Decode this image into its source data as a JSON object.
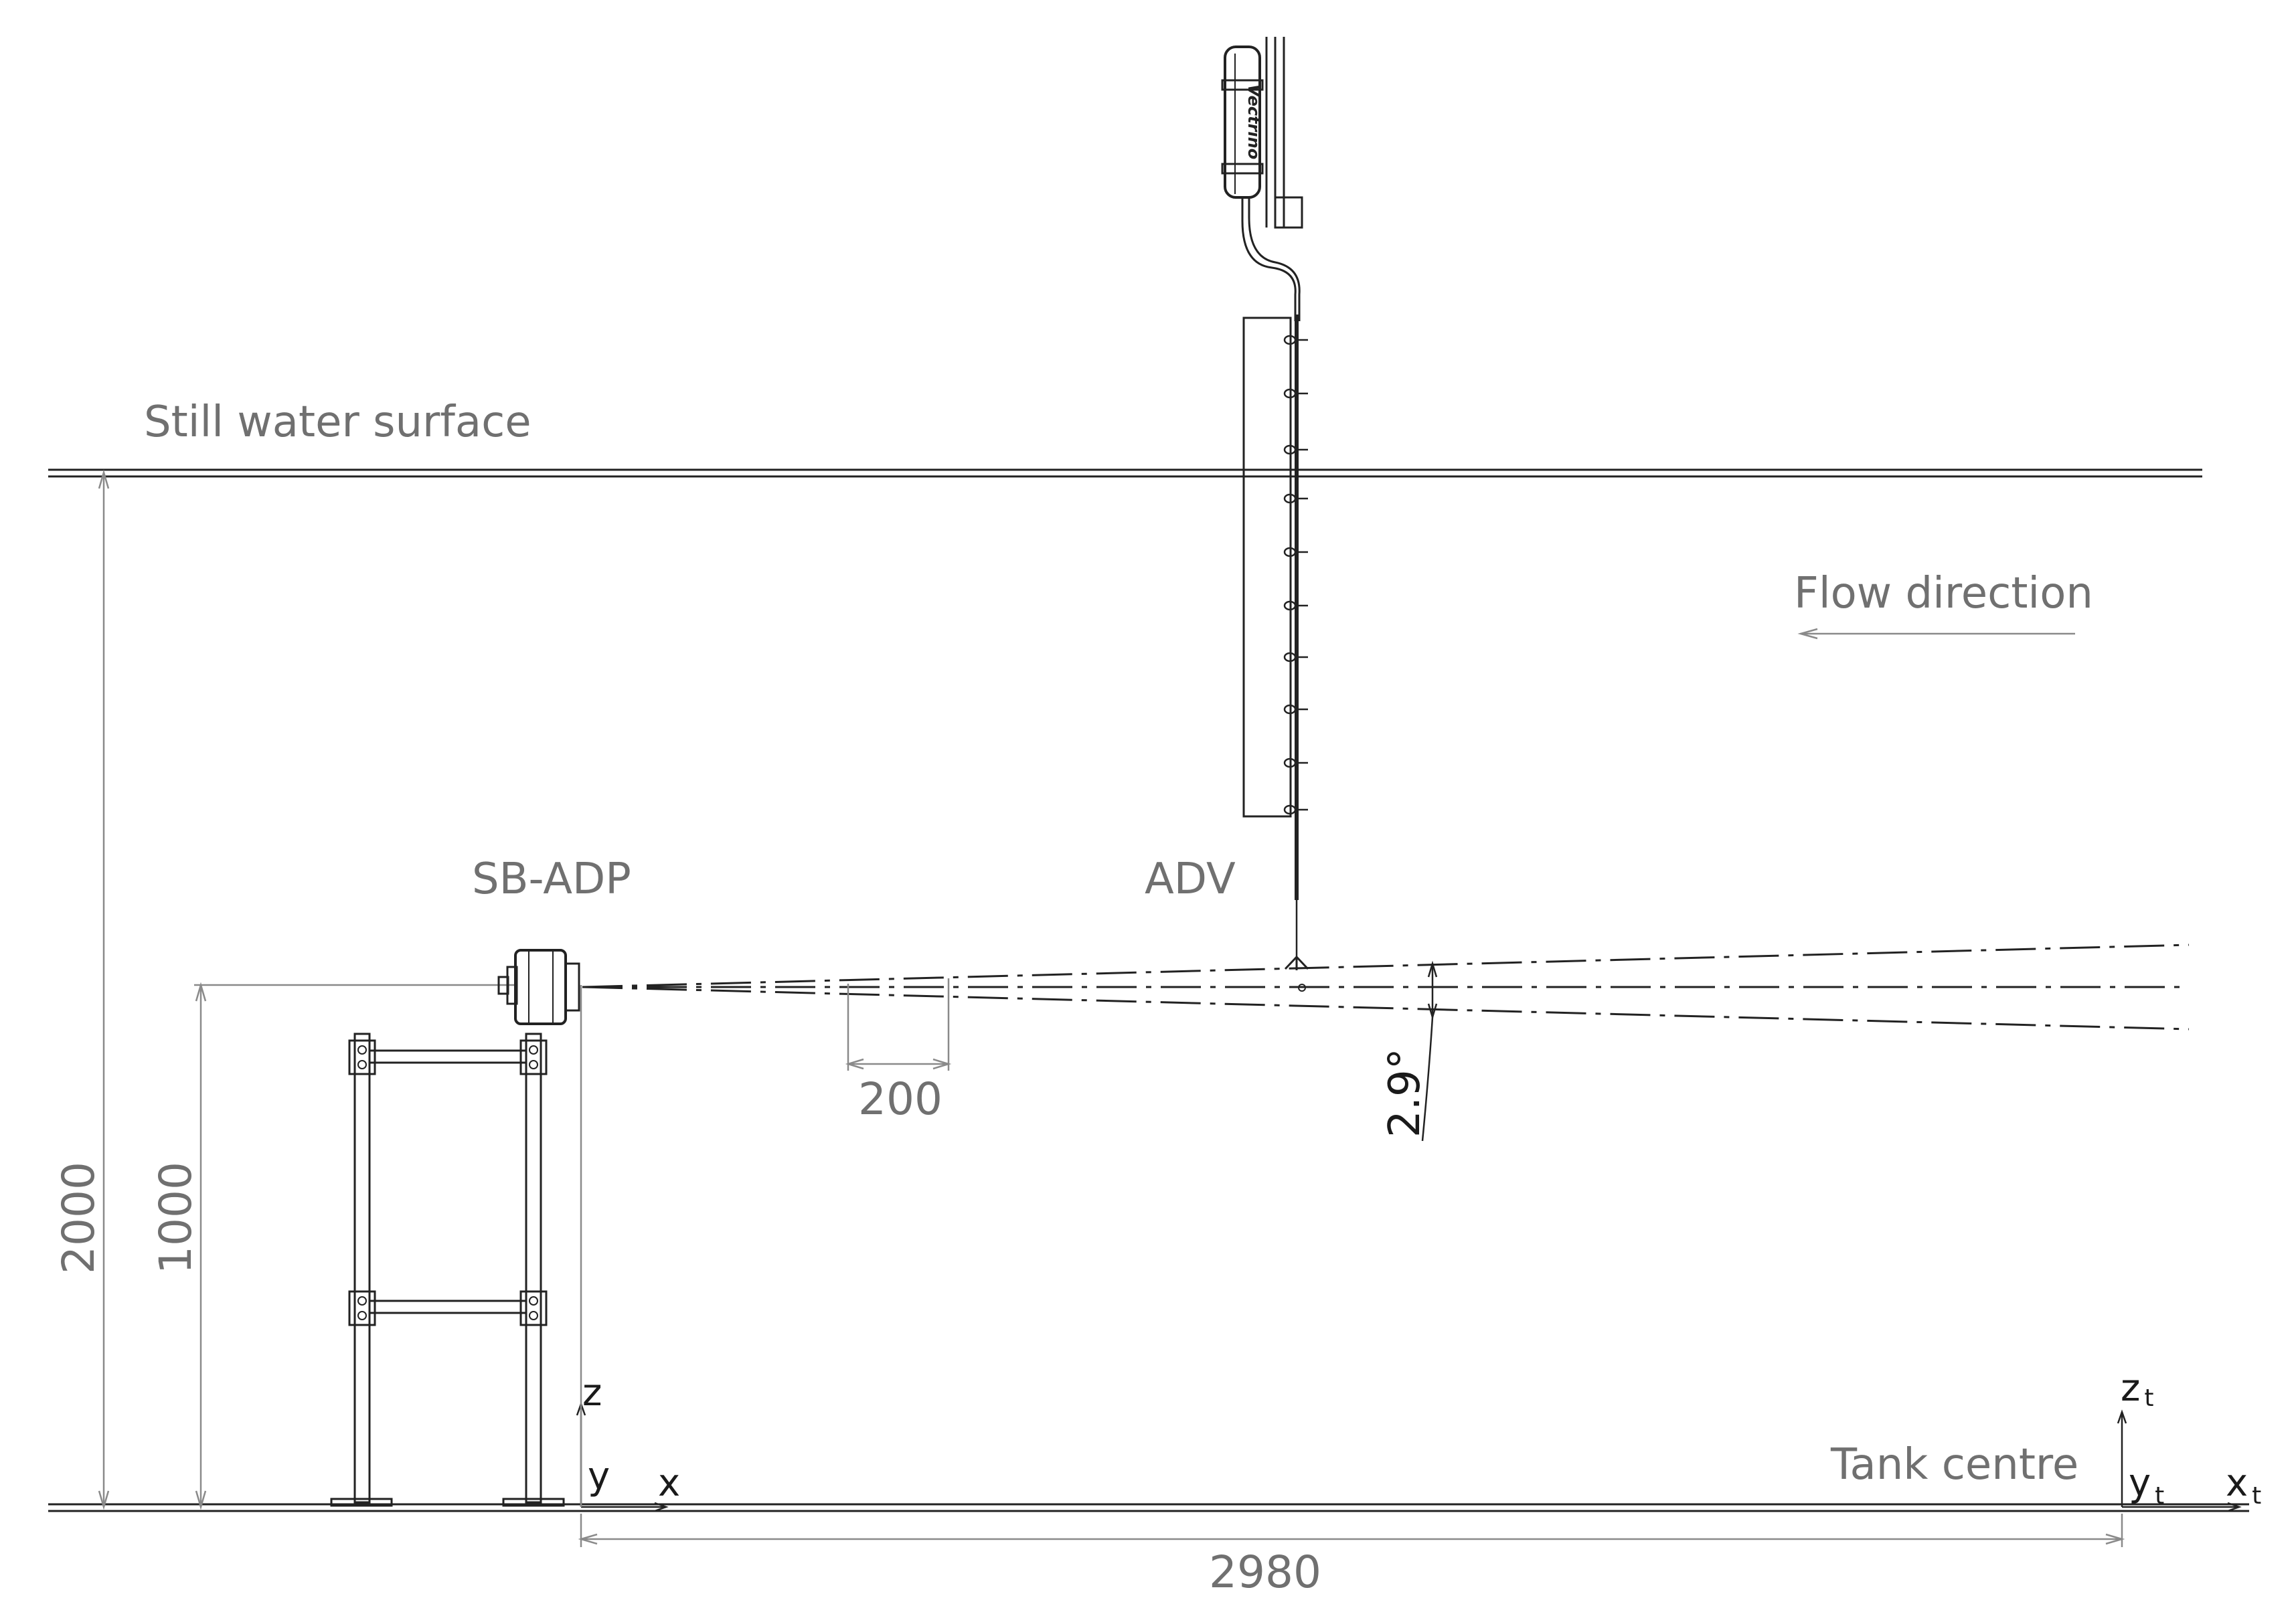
{
  "labels": {
    "still_water_surface": "Still water surface",
    "flow_direction": "Flow direction",
    "sb_adp": "SB-ADP",
    "adv": "ADV",
    "tank_centre": "Tank centre",
    "probe_brand": "Vectrino"
  },
  "dimensions": {
    "water_depth": "2000",
    "adp_height": "1000",
    "cell_size": "200",
    "beam_angle": "2.9°",
    "horizontal_offset": "2980"
  },
  "axes": {
    "local": {
      "z": "z",
      "y": "y",
      "x": "x"
    },
    "tank": {
      "z": "z",
      "y": "y",
      "x": "x",
      "subscript": "t"
    }
  },
  "colors": {
    "line": "#222222",
    "dimension": "#8a8a8a",
    "text": "#707070"
  }
}
